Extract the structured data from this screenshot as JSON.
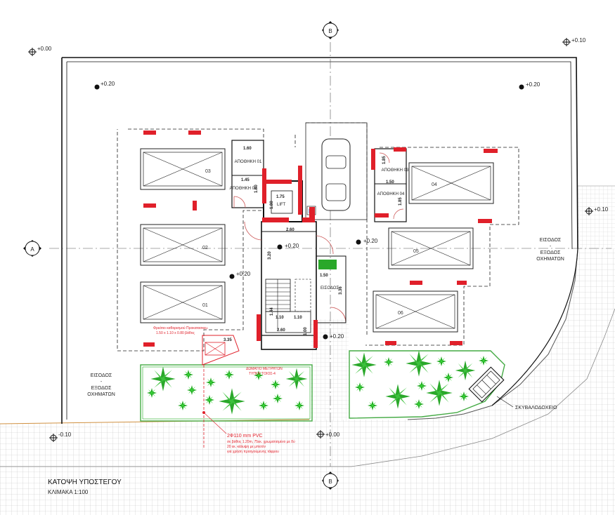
{
  "title": "ΚΑΤΟΨΗ ΥΠΟΣΤΕΓΟΥ",
  "scale": "ΚΛΙΜΑΚΑ  1:100",
  "grid_labels": {
    "b_top": "B",
    "b_bottom": "B",
    "a_left": "A"
  },
  "levels": {
    "tl": "+0.00",
    "tr": "+0.10",
    "in_tl": "+0.20",
    "in_tr": "+0.20",
    "right_entry": "+0.10",
    "mid_left": "+0.20",
    "center": "+0.20",
    "mid_right": "+0.20",
    "stair_bottom": "+0.20",
    "bottom_left": "-0.10",
    "bottom_center": "+0.00"
  },
  "parking": [
    "03",
    "02",
    "01",
    "04",
    "05",
    "06"
  ],
  "rooms": {
    "storage1": "ΑΠΟΘΗΚΗ 01",
    "storage2": "ΑΠΟΘΗΚΗ 02",
    "storage3": "ΑΠΟΘΗΚΗ 03",
    "storage4": "ΑΠΟΘΗΚΗ 04",
    "lift": "LIFT",
    "entrance": "ΕΙΣΟΔΟΣ"
  },
  "dims": {
    "d160a": "1.60",
    "d145": "1.45",
    "d180a": "1.80",
    "d175": "1.75",
    "d180b": "1.80",
    "d260a": "2.60",
    "d320": "3.20",
    "d185a": "1.85",
    "d150a": "1.50",
    "d185b": "1.85",
    "d150b": "1.50",
    "d336": "3.36",
    "d110a": "1.10",
    "d110b": "1.10",
    "d260b": "2.60",
    "d335": "3.35",
    "d144": "1.44",
    "d100": "1.00"
  },
  "entry_left": {
    "l1": "ΕΙΣΟΔΟΣ",
    "l2": "-",
    "l3": "ΕΞΟΔΟΣ",
    "l4": "ΟΧΗΜΑΤΩΝ"
  },
  "entry_right": {
    "l1": "ΕΙΣΟΔΟΣ",
    "l2": "-",
    "l3": "ΕΞΟΔΟΣ",
    "l4": "ΟΧΗΜΑΤΩΝ"
  },
  "bin_label": "ΣΚΥΒΑΛΟΔΟΧΕΙΟ",
  "notes": {
    "n1a": "Φρεάτιο καθαρισμού Προκατασκευ.",
    "n1b": "1.50 x 1.10 x 0.80 βάθος",
    "n2a": "ΔΩΜΑΤΙΟ ΜΕΤΡΗΤΩΝ",
    "n2b": "ΤΥΠΟΥ ΤΟΙΟΣ-4",
    "n3": "2Φ110 mm PVC",
    "n3a": "σε βάθος 1.20m, 75εκ. χρωματισμένο με δύ",
    "n3b": "20 εκ. κάλυψη με μπετόν",
    "n3c": "για χρήση προηγούμενης τάφρου"
  },
  "colors": {
    "accent_red": "#e0202a",
    "green": "#22b422",
    "paving": "#c8c8c8",
    "wall": "#111111"
  }
}
